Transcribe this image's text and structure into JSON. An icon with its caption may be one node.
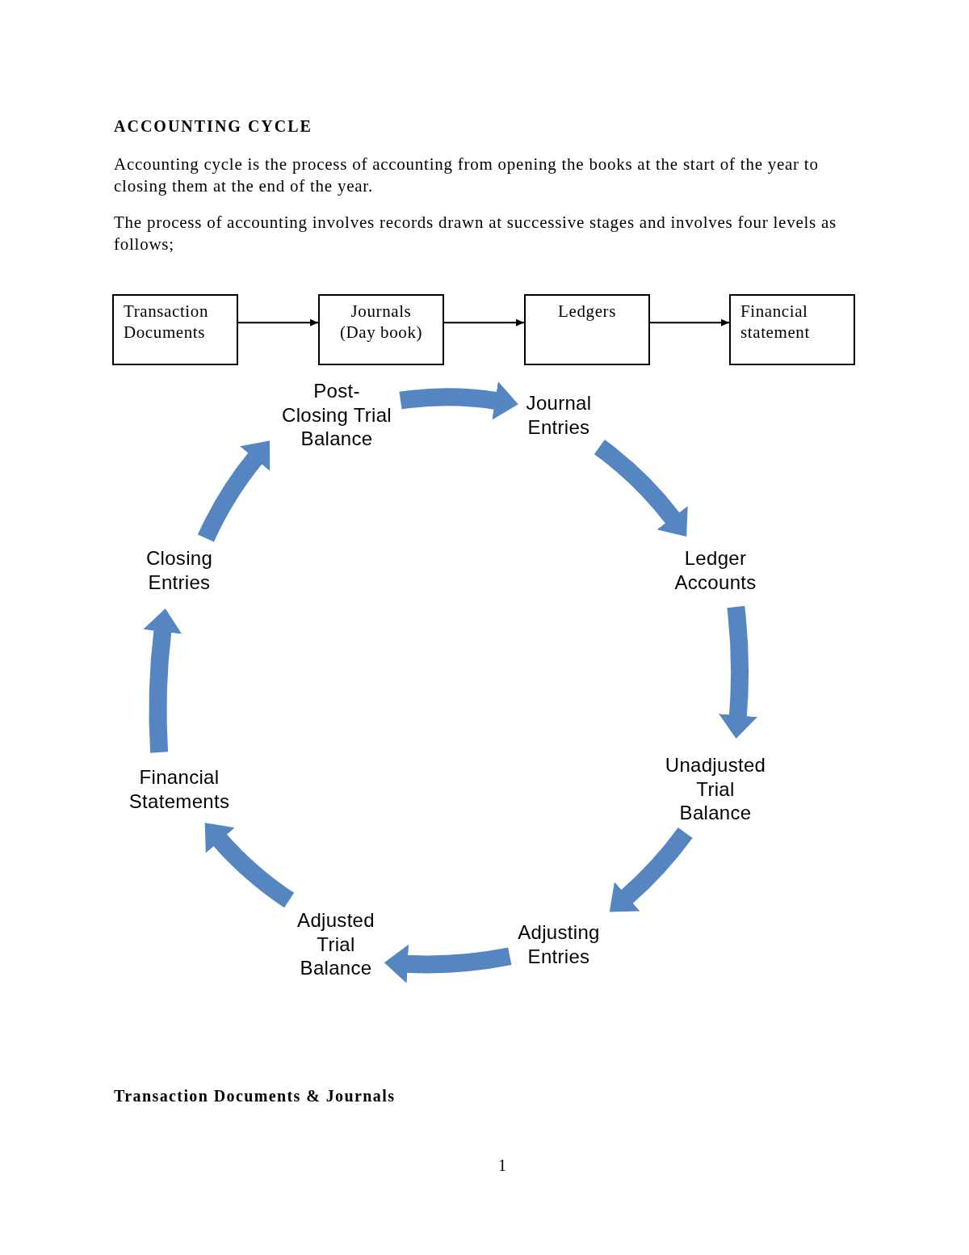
{
  "diagram": {
    "title": "ACCOUNTING CYCLE",
    "nodes": [
      {
        "text": [
          "Transaction Documents"
        ]
      },
      {
        "text": [
          "Journals (Day book)"
        ]
      },
      {
        "text": [
          "Ledgers"
        ]
      },
      {
        "text": [
          "Financial statement"
        ]
      },
      {
        "text": [
          "Post- Closing Trial Balance"
        ]
      },
      {
        "text": [
          "Journal Entries"
        ]
      },
      {
        "text": [
          "Ledger Accounts"
        ]
      },
      {
        "text": [
          "Unadjusted Trial Balance"
        ]
      },
      {
        "text": [
          "Adjusting Entries"
        ]
      },
      {
        "text": [
          "Adjusted Trial Balance"
        ]
      },
      {
        "text": [
          "Financial Statements"
        ]
      },
      {
        "text": [
          "Closing Entries"
        ]
      }
    ],
    "edges": [
      {
        "from": 0,
        "to": 1,
        "arrow": "to",
        "color": "#000000"
      },
      {
        "from": 1,
        "to": 2,
        "arrow": "to",
        "color": "#000000"
      },
      {
        "from": 2,
        "to": 3,
        "arrow": "to",
        "color": "#000000"
      },
      {
        "from": 4,
        "to": 5,
        "arrow": "to"
      },
      {
        "from": 5,
        "to": 6,
        "arrow": "to"
      },
      {
        "from": 6,
        "to": 7,
        "arrow": "to"
      },
      {
        "from": 7,
        "to": 8,
        "arrow": "to"
      },
      {
        "from": 8,
        "to": 9,
        "arrow": "to"
      },
      {
        "from": 9,
        "to": 10,
        "arrow": "to"
      },
      {
        "from": 10,
        "to": 11,
        "arrow": "to"
      },
      {
        "from": 11,
        "to": 4,
        "arrow": "to"
      }
    ],
    "labels": [
      "Accounting cycle is the process of accounting from opening the books at the start of the year to closing them at the end of the year.",
      "The process of accounting involves records drawn at successive stages and involves four levels as follows;",
      "Transaction Documents & Journals",
      "1"
    ]
  }
}
